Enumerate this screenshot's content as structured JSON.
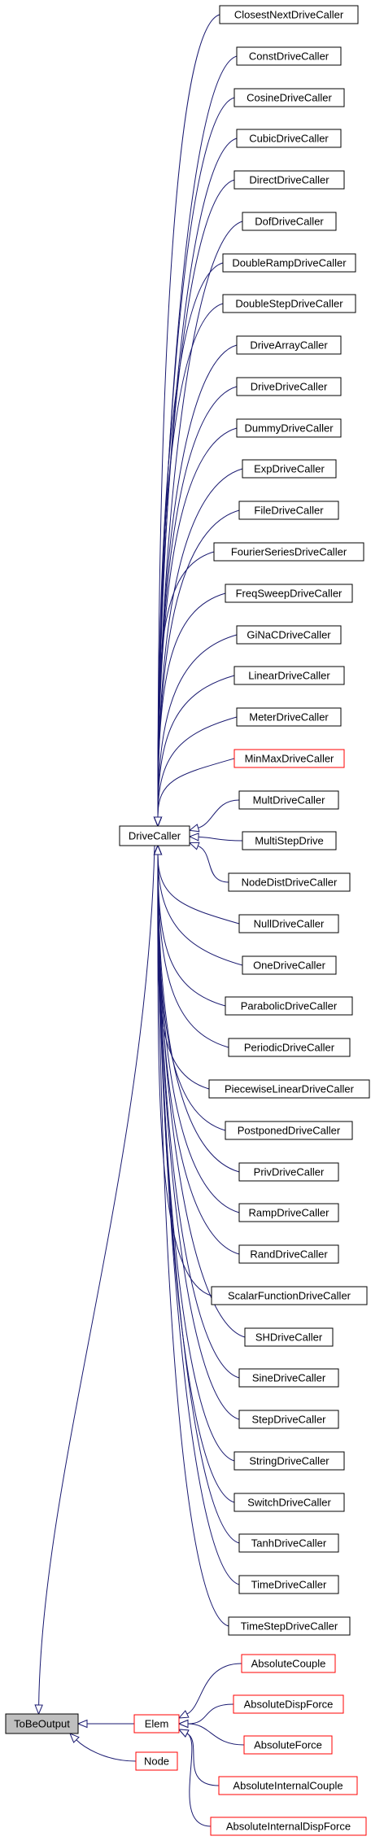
{
  "root": {
    "label": "ToBeOutput"
  },
  "drive_caller": {
    "label": "DriveCaller",
    "children": [
      {
        "label": "ClosestNextDriveCaller",
        "red": false
      },
      {
        "label": "ConstDriveCaller",
        "red": false
      },
      {
        "label": "CosineDriveCaller",
        "red": false
      },
      {
        "label": "CubicDriveCaller",
        "red": false
      },
      {
        "label": "DirectDriveCaller",
        "red": false
      },
      {
        "label": "DofDriveCaller",
        "red": false
      },
      {
        "label": "DoubleRampDriveCaller",
        "red": false
      },
      {
        "label": "DoubleStepDriveCaller",
        "red": false
      },
      {
        "label": "DriveArrayCaller",
        "red": false
      },
      {
        "label": "DriveDriveCaller",
        "red": false
      },
      {
        "label": "DummyDriveCaller",
        "red": false
      },
      {
        "label": "ExpDriveCaller",
        "red": false
      },
      {
        "label": "FileDriveCaller",
        "red": false
      },
      {
        "label": "FourierSeriesDriveCaller",
        "red": false
      },
      {
        "label": "FreqSweepDriveCaller",
        "red": false
      },
      {
        "label": "GiNaCDriveCaller",
        "red": false
      },
      {
        "label": "LinearDriveCaller",
        "red": false
      },
      {
        "label": "MeterDriveCaller",
        "red": false
      },
      {
        "label": "MinMaxDriveCaller",
        "red": true
      },
      {
        "label": "MultDriveCaller",
        "red": false
      },
      {
        "label": "MultiStepDrive",
        "red": false
      },
      {
        "label": "NodeDistDriveCaller",
        "red": false
      },
      {
        "label": "NullDriveCaller",
        "red": false
      },
      {
        "label": "OneDriveCaller",
        "red": false
      },
      {
        "label": "ParabolicDriveCaller",
        "red": false
      },
      {
        "label": "PeriodicDriveCaller",
        "red": false
      },
      {
        "label": "PiecewiseLinearDriveCaller",
        "red": false
      },
      {
        "label": "PostponedDriveCaller",
        "red": false
      },
      {
        "label": "PrivDriveCaller",
        "red": false
      },
      {
        "label": "RampDriveCaller",
        "red": false
      },
      {
        "label": "RandDriveCaller",
        "red": false
      },
      {
        "label": "ScalarFunctionDriveCaller",
        "red": false
      },
      {
        "label": "SHDriveCaller",
        "red": false
      },
      {
        "label": "SineDriveCaller",
        "red": false
      },
      {
        "label": "StepDriveCaller",
        "red": false
      },
      {
        "label": "StringDriveCaller",
        "red": false
      },
      {
        "label": "SwitchDriveCaller",
        "red": false
      },
      {
        "label": "TanhDriveCaller",
        "red": false
      },
      {
        "label": "TimeDriveCaller",
        "red": false
      },
      {
        "label": "TimeStepDriveCaller",
        "red": false
      }
    ]
  },
  "elem": {
    "label": "Elem",
    "red": true,
    "children": [
      {
        "label": "AbsoluteCouple",
        "red": true
      },
      {
        "label": "AbsoluteDispForce",
        "red": true
      },
      {
        "label": "AbsoluteForce",
        "red": true
      },
      {
        "label": "AbsoluteInternalCouple",
        "red": true
      },
      {
        "label": "AbsoluteInternalDispForce",
        "red": true
      }
    ]
  },
  "node": {
    "label": "Node",
    "red": true
  },
  "colors": {
    "edge": "#191970",
    "border": "#000000",
    "red_border": "#ff0000",
    "root_fill": "#bfbfbf",
    "node_fill": "#ffffff"
  }
}
